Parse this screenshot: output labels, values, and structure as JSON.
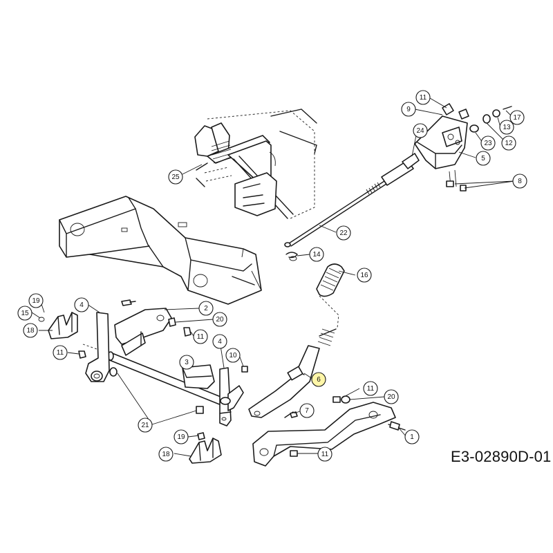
{
  "figure_id": "E3-02890D-01",
  "highlight_color": "#fff6a8",
  "callouts": [
    {
      "id": "c11a",
      "label": "11"
    },
    {
      "id": "c9",
      "label": "9"
    },
    {
      "id": "c17",
      "label": "17"
    },
    {
      "id": "c13",
      "label": "13"
    },
    {
      "id": "c12",
      "label": "12"
    },
    {
      "id": "c23",
      "label": "23"
    },
    {
      "id": "c24",
      "label": "24"
    },
    {
      "id": "c5",
      "label": "5"
    },
    {
      "id": "c8",
      "label": "8"
    },
    {
      "id": "c25",
      "label": "25"
    },
    {
      "id": "c22",
      "label": "22"
    },
    {
      "id": "c14",
      "label": "14"
    },
    {
      "id": "c16",
      "label": "16"
    },
    {
      "id": "c6",
      "label": "6",
      "highlight": true
    },
    {
      "id": "c19a",
      "label": "19"
    },
    {
      "id": "c15",
      "label": "15"
    },
    {
      "id": "c18a",
      "label": "18"
    },
    {
      "id": "c4a",
      "label": "4"
    },
    {
      "id": "c2",
      "label": "2"
    },
    {
      "id": "c20a",
      "label": "20"
    },
    {
      "id": "c11b",
      "label": "11"
    },
    {
      "id": "c11c",
      "label": "11"
    },
    {
      "id": "c4b",
      "label": "4"
    },
    {
      "id": "c10",
      "label": "10"
    },
    {
      "id": "c3",
      "label": "3"
    },
    {
      "id": "c11d",
      "label": "11"
    },
    {
      "id": "c20b",
      "label": "20"
    },
    {
      "id": "c7",
      "label": "7"
    },
    {
      "id": "c21",
      "label": "21"
    },
    {
      "id": "c19b",
      "label": "19"
    },
    {
      "id": "c18b",
      "label": "18"
    },
    {
      "id": "c1",
      "label": "1"
    },
    {
      "id": "c11e",
      "label": "11"
    }
  ]
}
